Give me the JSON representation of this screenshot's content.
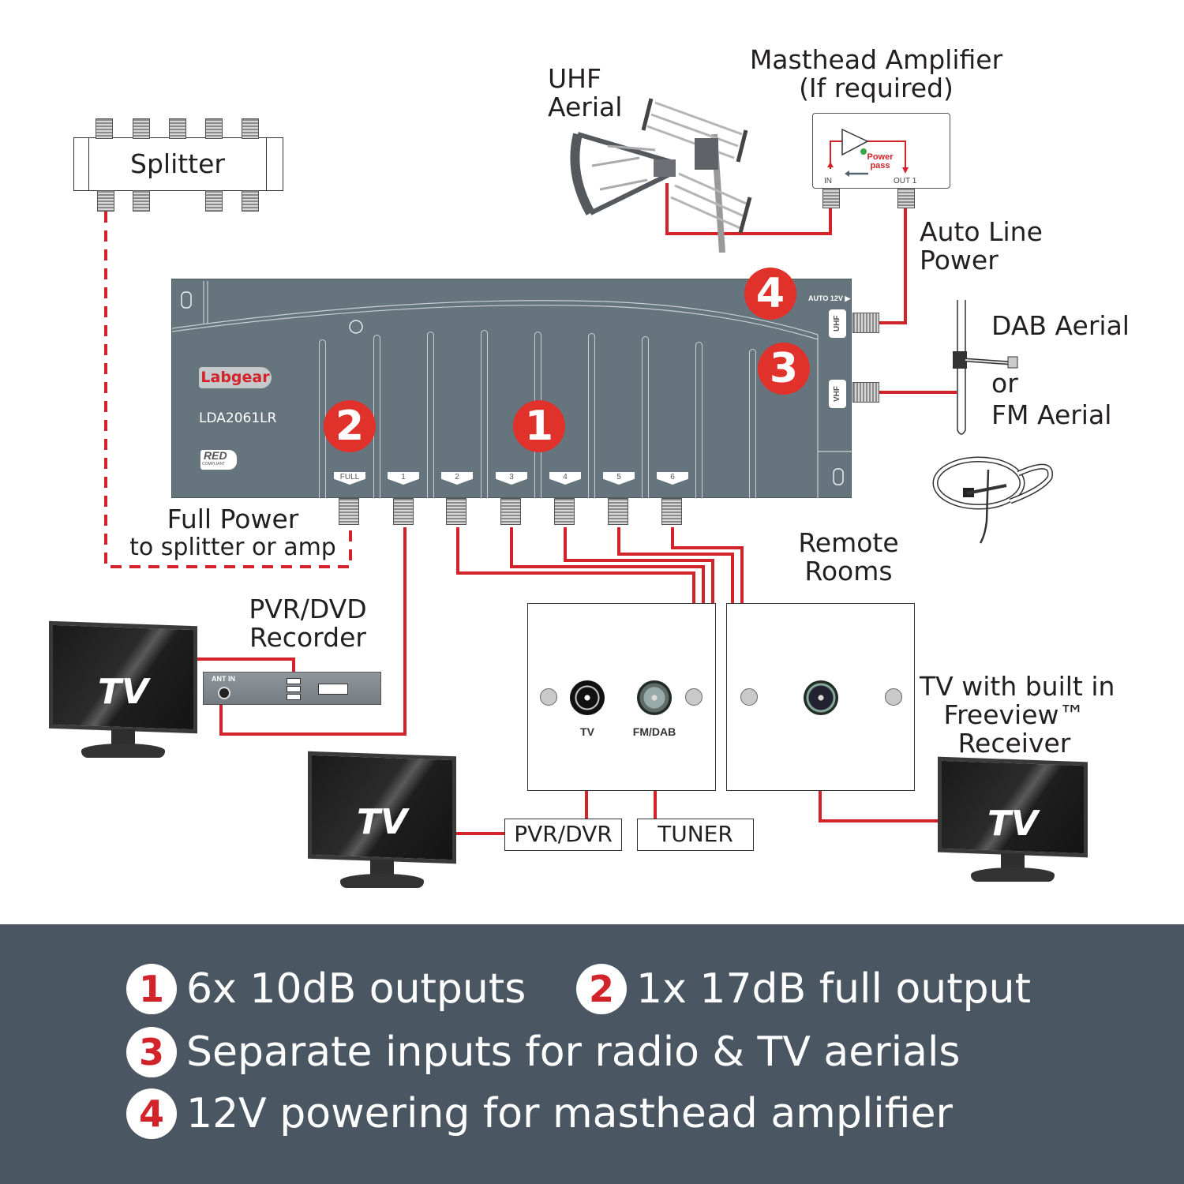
{
  "labels": {
    "splitter": "Splitter",
    "uhf_aerial": [
      "UHF",
      "Aerial"
    ],
    "masthead_amplifier": [
      "Masthead Amplifier",
      "(If required)"
    ],
    "auto_line_power": [
      "Auto Line",
      "Power"
    ],
    "dab_aerial": "DAB Aerial",
    "or": "or",
    "fm_aerial": "FM Aerial",
    "full_power": "Full Power",
    "full_power_sub": "to splitter or amp",
    "pvr_dvd_recorder": [
      "PVR/DVD",
      "Recorder"
    ],
    "remote_rooms": [
      "Remote",
      "Rooms"
    ],
    "tv_builtin": [
      "TV with built in",
      "Freeview™",
      "Receiver"
    ],
    "pvr_dvr_box": "PVR/DVR",
    "tuner_box": "TUNER",
    "tv_screen_text": "TV"
  },
  "masthead_unit": {
    "power_pass": [
      "Power",
      "pass"
    ],
    "in_label": "IN",
    "out_label": "OUT 1"
  },
  "amplifier_unit": {
    "brand": "Labgear",
    "model": "LDA2061LR",
    "compliance": "RED",
    "compliance_sub": "COMPLIANT",
    "auto_12v": "AUTO 12V ▶",
    "uhf_input": "UHF",
    "vhf_input": "VHF",
    "ports": [
      "FULL",
      "1",
      "2",
      "3",
      "4",
      "5",
      "6"
    ],
    "badges": [
      "1",
      "2",
      "3",
      "4"
    ]
  },
  "recorder": {
    "ant_in": "ANT IN"
  },
  "wall_plate_1": {
    "socket_tv": "TV",
    "socket_fm_dab": "FM/DAB"
  },
  "features": [
    {
      "num": "1",
      "text": "6x 10dB outputs"
    },
    {
      "num": "2",
      "text": "1x 17dB full output"
    },
    {
      "num": "3",
      "text": "Separate inputs for radio & TV aerials"
    },
    {
      "num": "4",
      "text": "12V powering for masthead amplifier"
    }
  ],
  "colors": {
    "wire": "#d2232a",
    "badge": "#e1312b",
    "unit_body": "#66747d",
    "footer": "#4a5661"
  }
}
